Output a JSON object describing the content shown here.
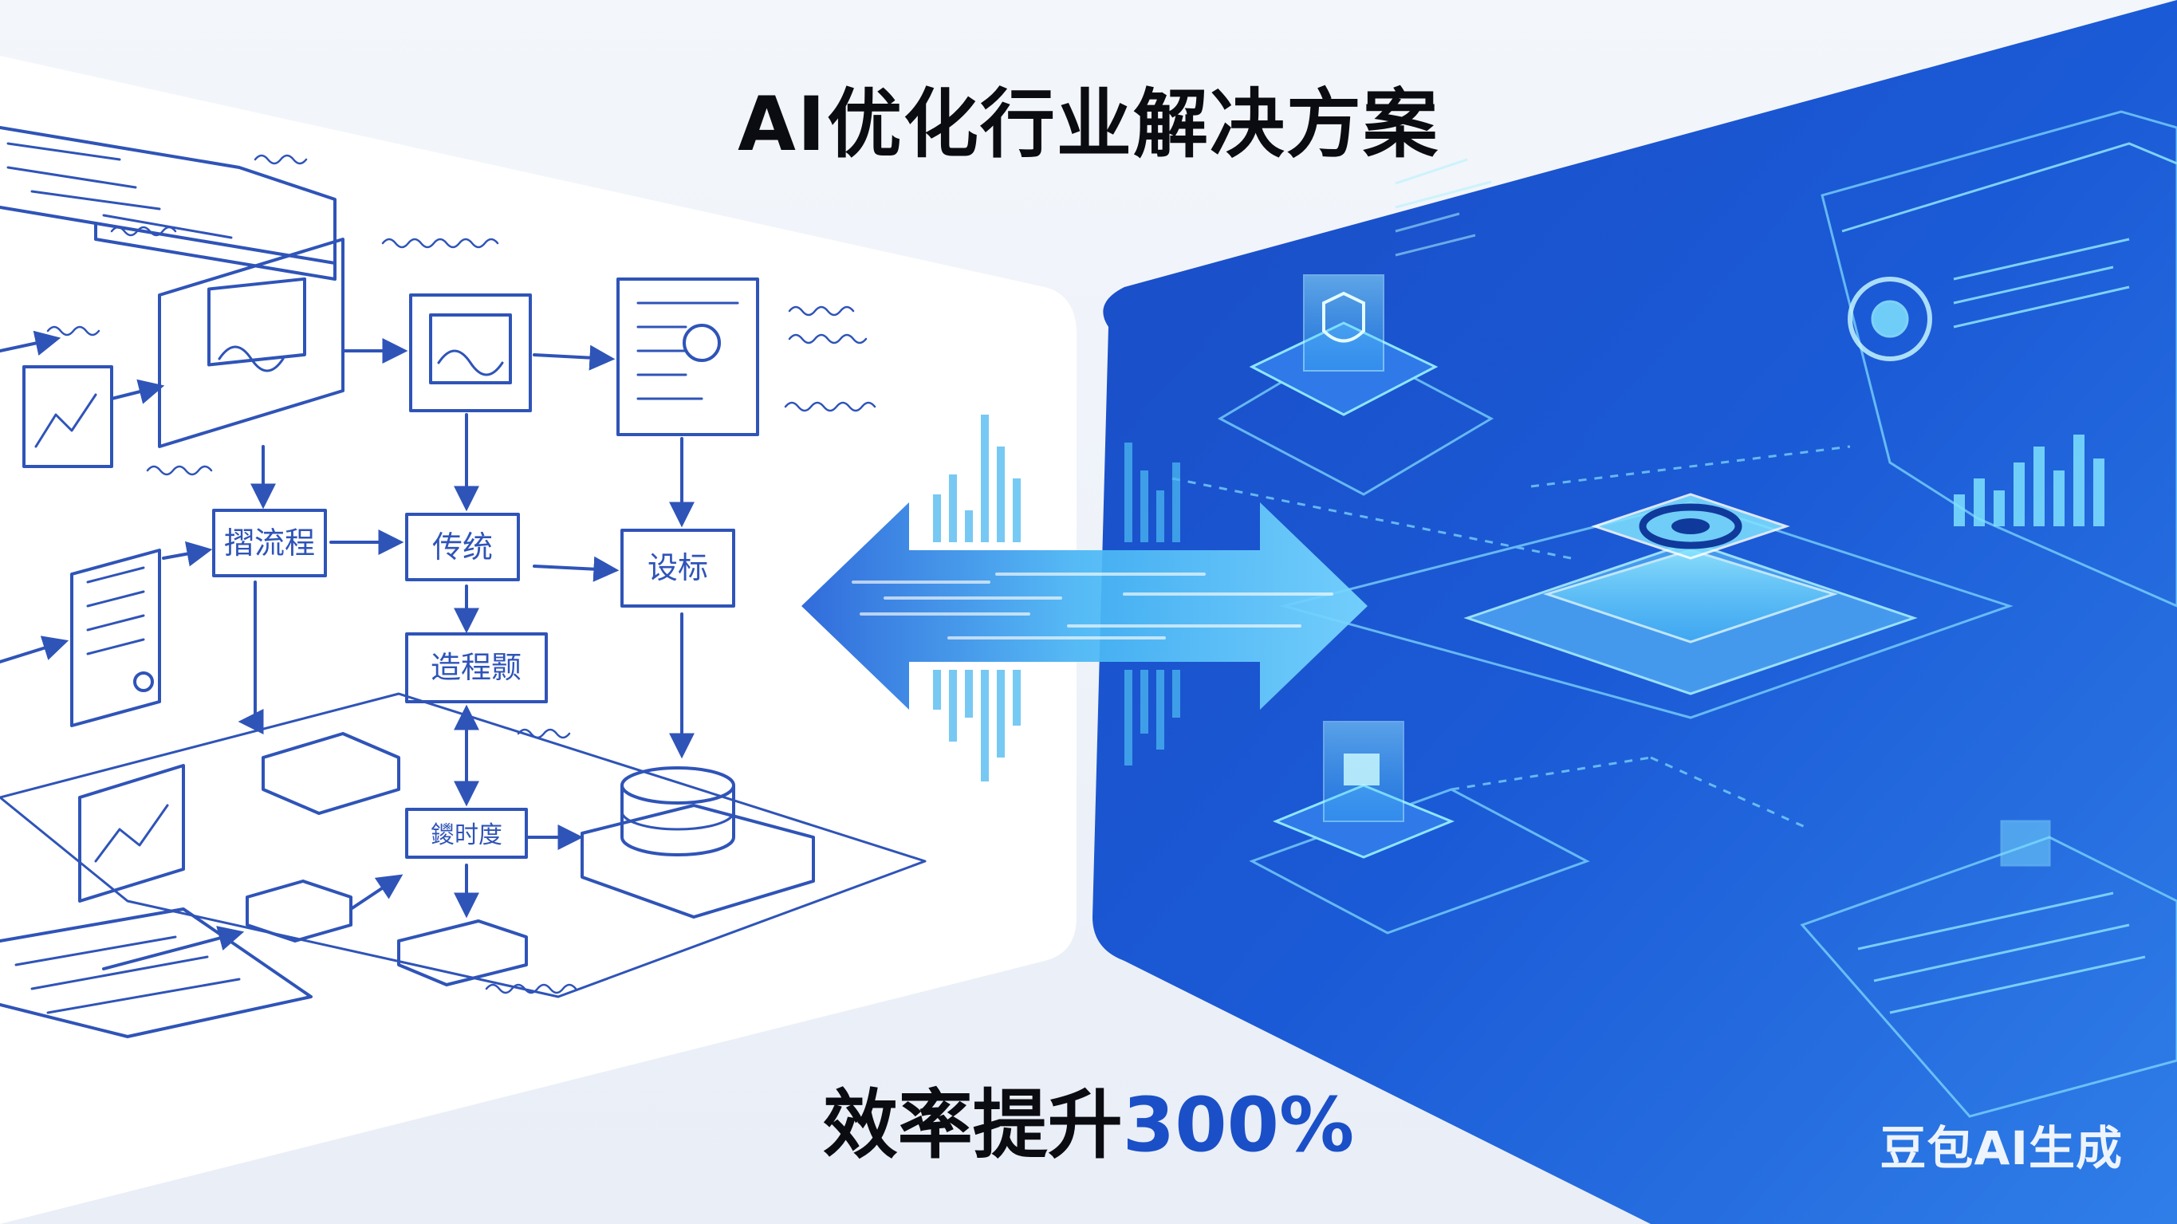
{
  "title": "AI优化行业解决方案",
  "subtitle": {
    "text": "效率提升",
    "highlight": "300%"
  },
  "watermark": "豆包AI生成",
  "left_diagram": {
    "nodes": {
      "collect": "摺流程",
      "traditional": "传统",
      "target": "设标",
      "process": "造程颢",
      "detail": "鑁时度"
    }
  },
  "colors": {
    "sketch_ink": "#2f54b8",
    "right_bg_dark": "#1440b8",
    "right_bg_light": "#2a74e6",
    "cyan_glow": "#5fe3ff",
    "title_accent": "#1a4fc7"
  },
  "icons": [
    "bidirectional-arrow-icon",
    "shield-icon",
    "chip-icon",
    "cube-icon",
    "chart-icon",
    "database-icon",
    "document-icon"
  ]
}
